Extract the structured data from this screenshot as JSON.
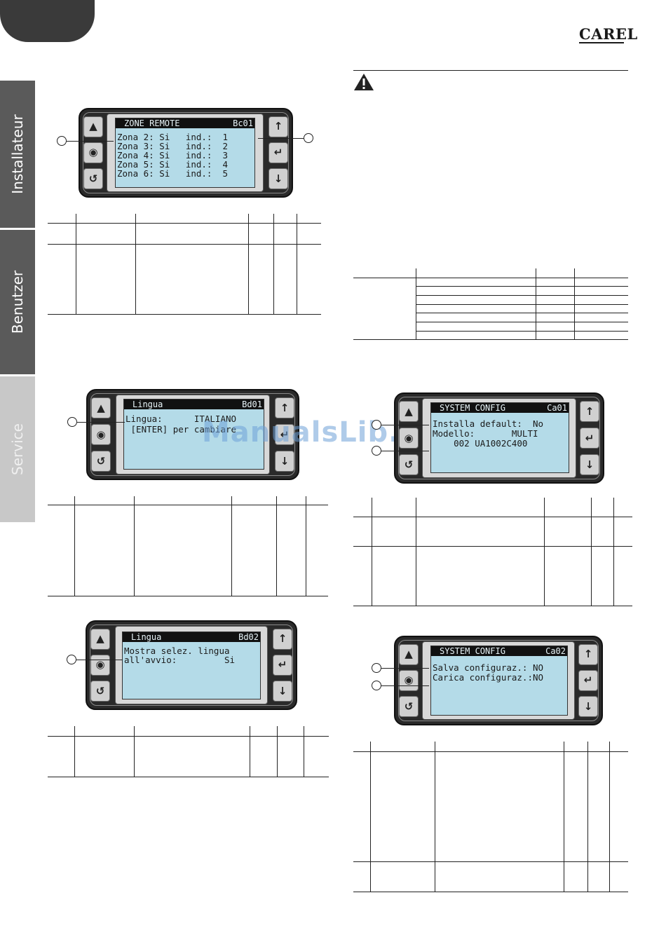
{
  "brand": {
    "logo": "CAREL"
  },
  "side_tabs": [
    "Installateur",
    "Benutzer",
    "Service"
  ],
  "watermark": "ManualsLib.de",
  "icons": {
    "alarm": "warning-triangle-icon",
    "prg": "circle-target-icon",
    "esc": "return-arrow-icon",
    "up": "arrow-up-icon",
    "enter": "enter-icon",
    "down": "arrow-down-icon"
  },
  "displays": {
    "zone_remote": {
      "title": "ZONE REMOTE",
      "code": "Bc01",
      "lines": [
        "Zona 2: Si   ind.:  1",
        "Zona 3: Si   ind.:  2",
        "Zona 4: Si   ind.:  3",
        "Zona 5: Si   ind.:  4",
        "Zona 6: Si   ind.:  5"
      ]
    },
    "lingua1": {
      "title": "Lingua",
      "code": "Bd01",
      "lines": [
        "Lingua:      ITALIANO",
        "",
        " [ENTER] per cambiare"
      ]
    },
    "lingua2": {
      "title": "Lingua",
      "code": "Bd02",
      "lines": [
        "Mostra selez. lingua",
        "all'avvio:         Si"
      ]
    },
    "sysconf1": {
      "title": "SYSTEM CONFIG",
      "code": "Ca01",
      "lines": [
        "Installa default:  No",
        "",
        "Modello:       MULTI",
        "    002 UA1002C400"
      ]
    },
    "sysconf2": {
      "title": "SYSTEM CONFIG",
      "code": "Ca02",
      "lines": [
        "Salva configuraz.: NO",
        "",
        "Carica configuraz.:NO"
      ]
    }
  }
}
